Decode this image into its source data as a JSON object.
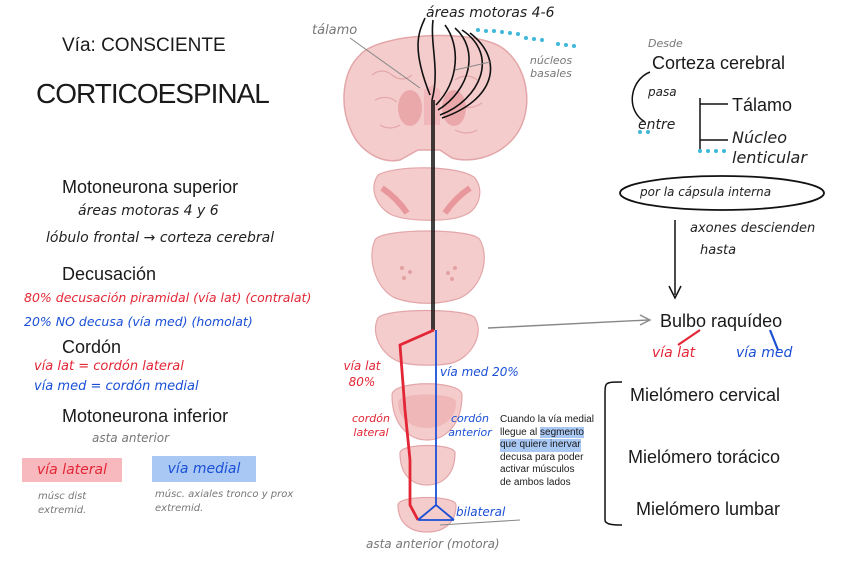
{
  "left": {
    "via_label": "Vía: CONSCIENTE",
    "title": "CORTICOESPINAL",
    "upper_motoneuron": {
      "heading": "Motoneurona superior",
      "line1": "áreas motoras 4 y 6",
      "line2": "lóbulo frontal → corteza cerebral"
    },
    "decussation": {
      "heading": "Decusación",
      "line_red": "80% decusación piramidal (vía lat) (contralat)",
      "line_blue": "20% NO decusa (vía med) (homolat)"
    },
    "cord": {
      "heading": "Cordón",
      "line_red": "vía lat = cordón lateral",
      "line_blue": "vía med = cordón medial"
    },
    "lower_motoneuron": {
      "heading": "Motoneurona inferior",
      "sub": "asta anterior",
      "box_red": "vía lateral",
      "box_blue": "vía medial",
      "note_red": "músc dist extremid.",
      "note_blue": "músc. axiales tronco y prox extremid."
    }
  },
  "center": {
    "label_talamo": "tálamo",
    "label_areas": "áreas motoras 4-6",
    "label_nucleos": "núcleos basales",
    "label_via_lat": "vía lat 80%",
    "label_via_med": "vía med 20%",
    "label_cordon_lat": "cordón lateral",
    "label_cordon_ant": "cordón anterior",
    "label_bilateral": "bilateral",
    "label_asta": "asta anterior (motora)",
    "note": {
      "l1": "Cuando la vía medial",
      "l2a": "llegue al ",
      "l2b": "segmento",
      "l3": "que quiere inervar",
      "l4": "decusa para poder",
      "l5": "activar músculos",
      "l6": "de ambos lados"
    }
  },
  "right": {
    "desde": "Desde",
    "corteza": "Corteza cerebral",
    "pasa": "pasa",
    "entre": "entre",
    "talamo": "Tálamo",
    "nucleo1": "Núcleo",
    "nucleo2": "lenticular",
    "capsula": "por la cápsula interna",
    "axones1": "axones descienden",
    "axones2": "hasta",
    "bulbo": "Bulbo raquídeo",
    "via_lat": "vía lat",
    "via_med": "vía med",
    "m_cervical": "Mielómero cervical",
    "m_toracico": "Mielómero torácico",
    "m_lumbar": "Mielómero lumbar"
  },
  "colors": {
    "red": "#e32636",
    "blue": "#1a4fd6",
    "tissue": "#f5cccc",
    "tissue_dark": "#e8a0a4",
    "highlight_red": "#f7b9bd",
    "highlight_blue": "#a9c8f4",
    "dots": "#3fb8d8"
  }
}
